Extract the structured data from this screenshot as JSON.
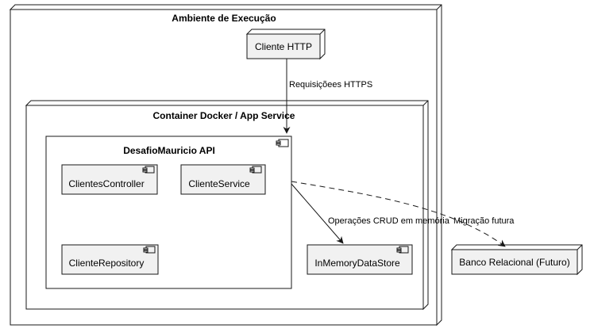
{
  "diagram": {
    "env_title": "Ambiente de Execução",
    "container_title": "Container Docker / App Service",
    "api_title": "DesafioMauricio API",
    "nodes": {
      "client": "Cliente HTTP",
      "controller": "ClientesController",
      "service": "ClienteService",
      "repository": "ClienteRepository",
      "datastore": "InMemoryDataStore",
      "database": "Banco Relacional (Futuro)"
    },
    "edges": {
      "https": "Requisiçõees HTTPS",
      "crud": "Operações CRUD em memória",
      "migration": "Migração futura"
    }
  }
}
